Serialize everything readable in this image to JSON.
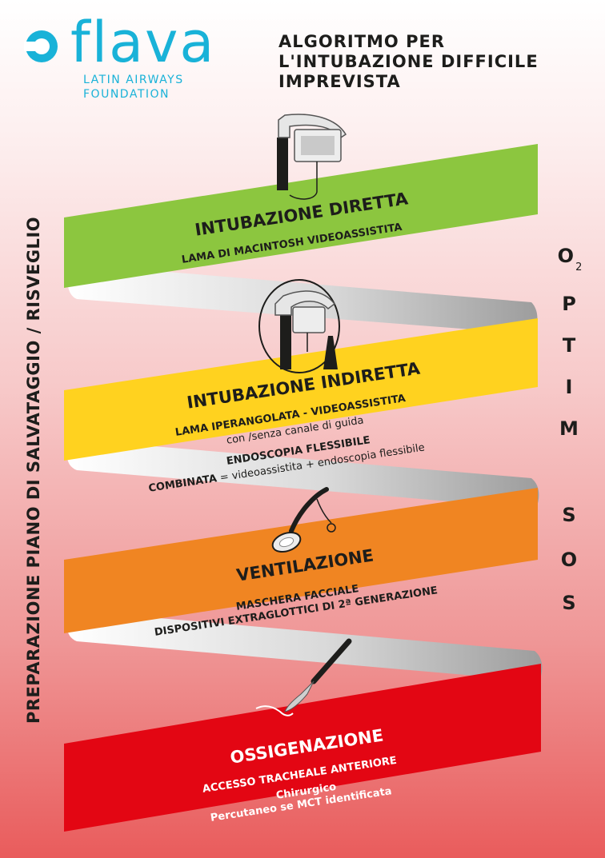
{
  "logo": {
    "word": "flava",
    "line1": "LATIN AIRWAYS",
    "line2": "FOUNDATION"
  },
  "title": {
    "line1": "ALGORITMO PER",
    "line2": "L'INTUBAZIONE DIFFICILE",
    "line3": "IMPREVISTA"
  },
  "side_label": "PREPARAZIONE PIANO DI SALVATAGGIO / RISVEGLIO",
  "right_column": {
    "letters": [
      "O",
      "P",
      "T",
      "I",
      "M",
      "S",
      "O",
      "S"
    ],
    "subscript": "2"
  },
  "colors": {
    "green": "#8cc63f",
    "yellow": "#ffd21f",
    "orange": "#f08522",
    "red": "#e30613",
    "grey": "#b8b8b8",
    "logo": "#19b2d8"
  },
  "steps": [
    {
      "title": "INTUBAZIONE DIRETTA",
      "lines": [
        {
          "text": "LAMA DI MACINTOSH VIDEOASSISTITA",
          "style": "bold"
        }
      ],
      "icon": "videolaryngoscope-macintosh-icon"
    },
    {
      "title": "INTUBAZIONE INDIRETTA",
      "lines": [
        {
          "text": "LAMA IPERANGOLATA - VIDEOASSISTITA",
          "style": "bold"
        },
        {
          "text": "con /senza canale di guida",
          "style": "normal"
        },
        {
          "text": "ENDOSCOPIA FLESSIBILE",
          "style": "bold"
        },
        {
          "text": "COMBINATA",
          "style": "bold",
          "suffix": " = videoassistita + endoscopia flessibile"
        }
      ],
      "icon": "hyperangulated-videolaryngoscope-fiberscope-icon"
    },
    {
      "title": "VENTILAZIONE",
      "lines": [
        {
          "text": "MASCHERA FACCIALE",
          "style": "bold"
        },
        {
          "text": "DISPOSITIVI EXTRAGLOTTICI DI 2ª GENERAZIONE",
          "style": "bold"
        }
      ],
      "icon": "laryngeal-mask-icon"
    },
    {
      "title": "OSSIGENAZIONE",
      "lines": [
        {
          "text": "ACCESSO TRACHEALE ANTERIORE",
          "style": "bold"
        },
        {
          "text": "Chirurgico",
          "style": "normal"
        },
        {
          "text": "Percutaneo se MCT identificata",
          "style": "normal"
        }
      ],
      "icon": "scalpel-icon"
    }
  ]
}
